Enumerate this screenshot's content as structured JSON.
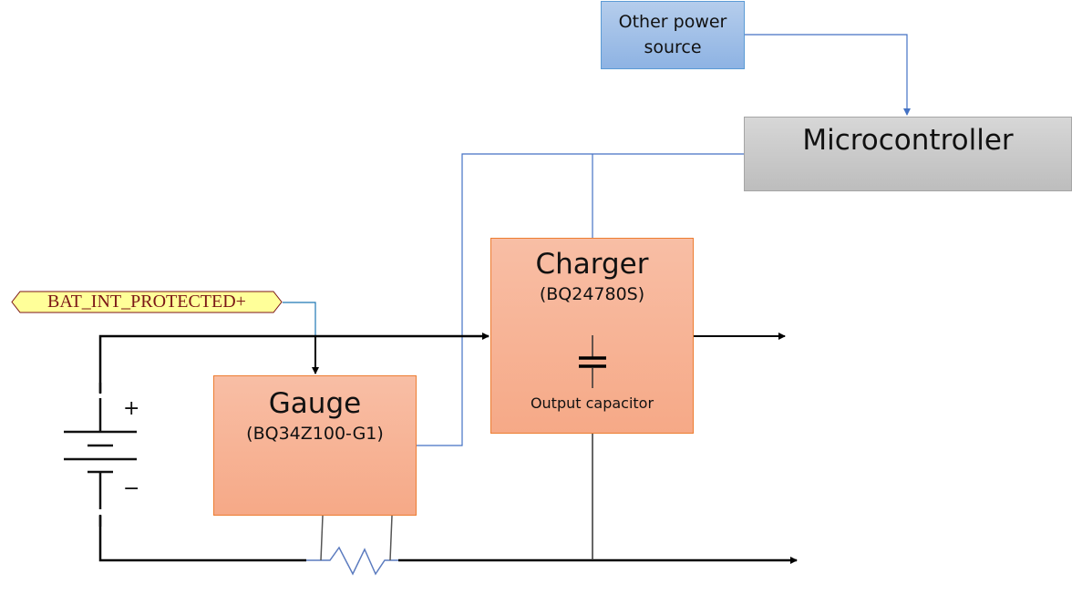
{
  "diagram": {
    "title": "Battery charger / gauge block diagram",
    "colors": {
      "power_wire": "#000000",
      "signal_wire": "#4472c4",
      "block_fill": "#f6a987",
      "block_border": "#ed7d31",
      "source_fill": "#9dbde6",
      "mcu_fill": "#c9c9c9",
      "net_label_fill": "#ffff99",
      "net_label_text": "#7b1616"
    },
    "blocks": {
      "other_power": {
        "line1": "Other power",
        "line2": "source"
      },
      "microcontroller": {
        "label": "Microcontroller"
      },
      "charger": {
        "title": "Charger",
        "part": "(BQ24780S)",
        "component_label": "Output capacitor"
      },
      "gauge": {
        "title": "Gauge",
        "part": "(BQ34Z100-G1)"
      }
    },
    "net_label": {
      "text": "BAT_INT_PROTECTED+"
    },
    "battery": {
      "plus": "+",
      "minus": "−"
    },
    "connections": [
      {
        "from": "other_power",
        "to": "microcontroller",
        "type": "signal",
        "arrow": true
      },
      {
        "from": "microcontroller",
        "to": "charger",
        "type": "signal",
        "arrow": false
      },
      {
        "from": "microcontroller",
        "to": "gauge",
        "type": "signal",
        "arrow": false
      },
      {
        "from": "net_label",
        "to": "gauge",
        "type": "signal",
        "arrow": false
      },
      {
        "from": "battery_plus",
        "to": "charger",
        "type": "power",
        "arrow": true
      },
      {
        "from": "battery_plus",
        "to": "gauge",
        "type": "power",
        "arrow": true
      },
      {
        "from": "charger",
        "to": "output",
        "type": "power",
        "arrow": true
      },
      {
        "from": "battery_minus",
        "to": "sense_resistor",
        "type": "power",
        "arrow": false
      },
      {
        "from": "sense_resistor",
        "to": "ground_output",
        "type": "power",
        "arrow": true
      },
      {
        "from": "charger",
        "to": "ground_output",
        "type": "power",
        "arrow": false
      }
    ]
  }
}
